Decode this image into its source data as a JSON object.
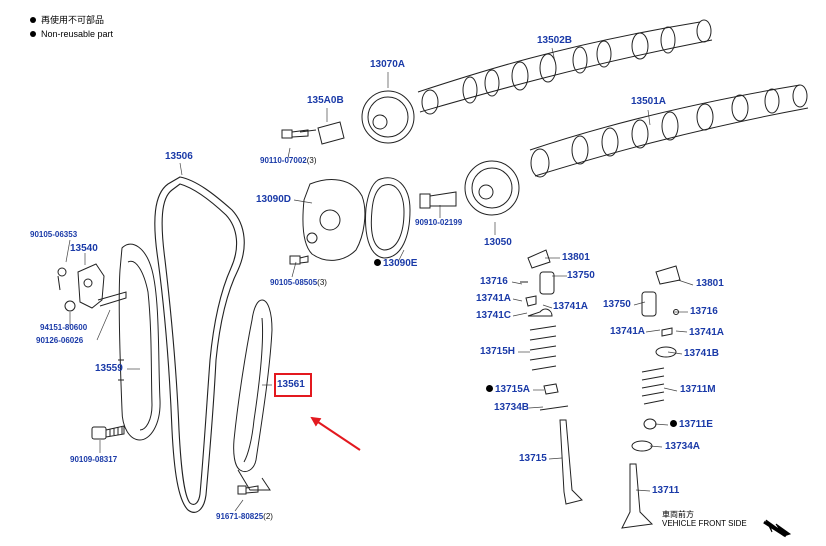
{
  "legend": {
    "line_zh": "再使用不可部品",
    "line_en": "Non-reusable part"
  },
  "highlight_color": "#e3191f",
  "label_color": "#1a3aa8",
  "parts": {
    "p13502B": "13502B",
    "p13070A": "13070A",
    "p135A0B": "135A0B",
    "p13501A": "13501A",
    "p13506": "13506",
    "p90110_07002": "90110-07002",
    "p90110_07002_qty": "(3)",
    "p13090D": "13090D",
    "p90910_02199": "90910-02199",
    "p13050": "13050",
    "p90105_06353": "90105-06353",
    "p13540": "13540",
    "p90105_08505": "90105-08505",
    "p90105_08505_qty": "(3)",
    "p13090E": "13090E",
    "p94151_80600": "94151-80600",
    "p90126_06026": "90126-06026",
    "p13801_a": "13801",
    "p13716_a": "13716",
    "p13750_a": "13750",
    "p13741A_a": "13741A",
    "p13741A_b": "13741A",
    "p13741C": "13741C",
    "p13801_b": "13801",
    "p13750_b": "13750",
    "p13716_b": "13716",
    "p13741A_c": "13741A",
    "p13741A_d": "13741A",
    "p13741B": "13741B",
    "p13715H": "13715H",
    "p13711M": "13711M",
    "p13559": "13559",
    "p13561": "13561",
    "p13715A": "13715A",
    "p13734B": "13734B",
    "p13711E": "13711E",
    "p13734A": "13734A",
    "p90109_08317": "90109-08317",
    "p13715": "13715",
    "p13711": "13711",
    "p91671_80825": "91671-80825",
    "p91671_80825_qty": "(2)"
  },
  "vehicle_front": {
    "line_zh": "車両前方",
    "line_en": "VEHICLE FRONT SIDE"
  }
}
